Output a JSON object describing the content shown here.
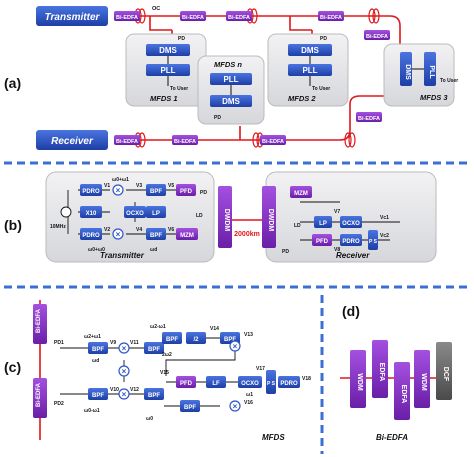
{
  "panels": {
    "a": "(a)",
    "b": "(b)",
    "c": "(c)",
    "d": "(d)"
  },
  "a": {
    "transmitter": "Transmitter",
    "receiver": "Receiver",
    "bi_edfa": "Bi-EDFA",
    "oc": "OC",
    "pd": "PD",
    "dms": "DMS",
    "pll": "PLL",
    "to_user": "To User",
    "mfds1": "MFDS 1",
    "mfds2": "MFDS 2",
    "mfdsn": "MFDS n",
    "mfds3": "MFDS 3"
  },
  "b": {
    "pdro": "PDRO",
    "x10": "X10",
    "ocxo": "OCXO",
    "lp": "LP",
    "bpf": "BPF",
    "pfd": "PFD",
    "mzm": "MZM",
    "ld": "LD",
    "pd": "PD",
    "dwdm": "DWDM",
    "mhz": "10MHz",
    "km": "2000km",
    "transmitter": "Transmitter",
    "receiver": "Receiver",
    "v1": "V1",
    "v2": "V2",
    "v3": "V3",
    "v4": "V4",
    "v5": "V5",
    "v6": "V6",
    "v7": "V7",
    "v8": "V8",
    "vc1": "Vc1",
    "vc2": "Vc2",
    "w0w1": "ω0+ω1",
    "w0": "ω0",
    "w0w0": "ω0+ω0",
    "wpd": "ωd",
    "ps": "P S"
  },
  "c": {
    "bi_edfa": "Bi-EDFA",
    "pd1": "PD1",
    "pd2": "PD2",
    "bpf": "BPF",
    "div2": "/2",
    "pfd": "PFD",
    "lf": "LF",
    "ocxo": "OCXO",
    "pdro": "PDRO",
    "ps": "P S",
    "label": "MFDS",
    "w2w1": "ω2+ω1",
    "wd": "ωd",
    "w2": "2ω2",
    "w0": "ω0",
    "w1": "ω1",
    "w0w1": "ω0-ω1",
    "w2wd": "ω2-ω1",
    "v9": "V9",
    "v10": "V10",
    "v11": "V11",
    "v12": "V12",
    "v13": "V13",
    "v14": "V14",
    "v15": "V15",
    "v16": "V16",
    "v17": "V17",
    "v18": "V18"
  },
  "d": {
    "wdm": "WDM",
    "edfa": "EDFA",
    "dcf": "DCF",
    "label": "Bi-EDFA"
  },
  "colors": {
    "blue": "#2f56c6",
    "purple": "#8b2fc9",
    "red": "#e0171b",
    "dash": "#3b6fd4",
    "gray": "#6f6f6f"
  }
}
